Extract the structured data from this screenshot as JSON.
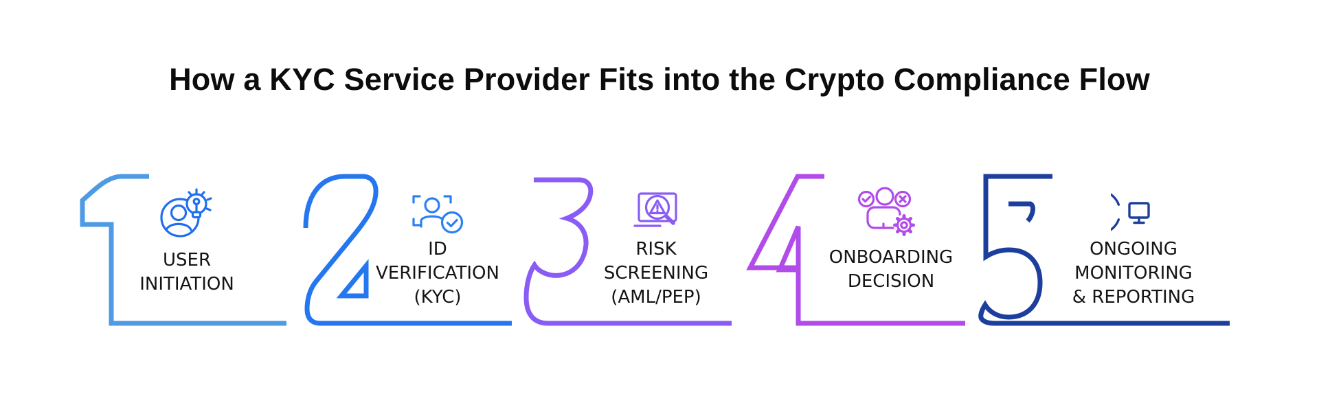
{
  "title": "How a KYC Service Provider Fits into the Crypto Compliance Flow",
  "steps": [
    {
      "number": "1",
      "label": "USER INITIATION",
      "label_lines": [
        "USER",
        "INITIATION"
      ],
      "icon": "user-idea-icon",
      "number_color": "#4f9be3",
      "icon_color": "#1f6ef0"
    },
    {
      "number": "2",
      "label": "ID VERIFICATION (KYC)",
      "label_lines": [
        "ID",
        "VERIFICATION",
        "(KYC)"
      ],
      "icon": "id-verification-icon",
      "number_color": "#2577f0",
      "icon_color": "#2b80f2"
    },
    {
      "number": "3",
      "label": "RISK SCREENING (AML/PEP)",
      "label_lines": [
        "RISK",
        "SCREENING",
        "(AML/PEP)"
      ],
      "icon": "risk-screening-icon",
      "number_color": "#8a5cf5",
      "icon_color": "#8a5cf5"
    },
    {
      "number": "4",
      "label": "ONBOARDING DECISION",
      "label_lines": [
        "ONBOARDING",
        "DECISION"
      ],
      "icon": "onboarding-decision-icon",
      "number_color": "#b14be9",
      "icon_color": "#b14be9"
    },
    {
      "number": "5",
      "label": "ONGOING MONITORING & REPORTING",
      "label_lines": [
        "ONGOING",
        "MONITORING",
        "& REPORTING"
      ],
      "icon": "ongoing-monitoring-icon",
      "number_color": "#1d3e9c",
      "icon_color": "#1d3e9c"
    }
  ],
  "colors": {
    "background": "#ffffff",
    "title_text": "#0c0c0d",
    "label_text": "#141414",
    "step1": "#4f9be3",
    "step2": "#2577f0",
    "step3": "#8a5cf5",
    "step4": "#b14be9",
    "step5": "#1d3e9c"
  }
}
